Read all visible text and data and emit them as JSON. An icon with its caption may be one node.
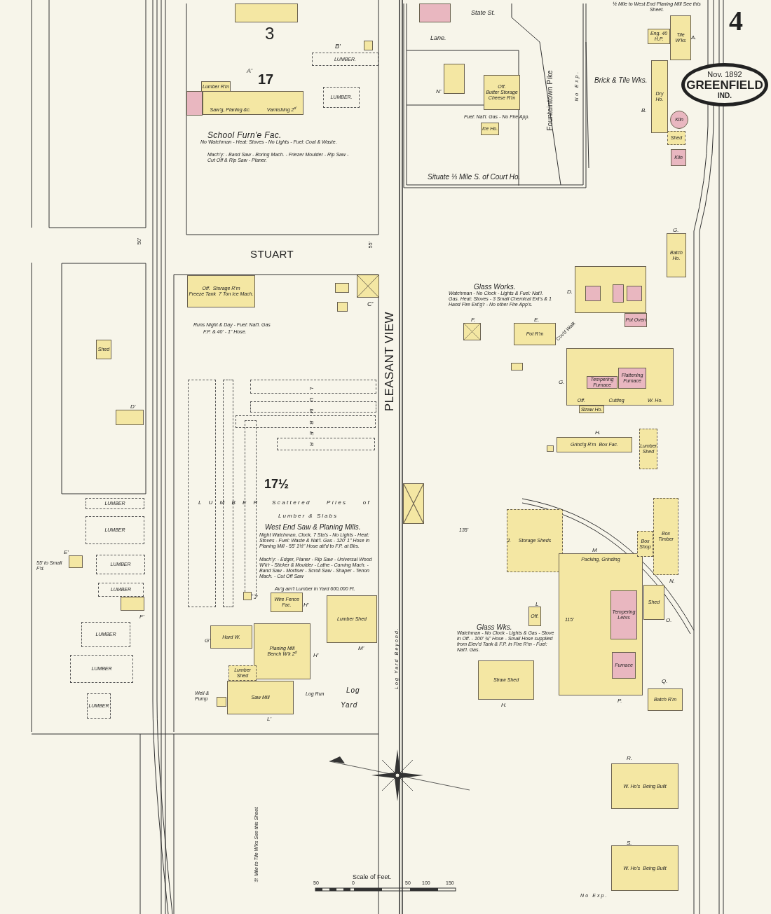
{
  "diagram": {
    "nodes": [
      {
        "text": [],
        "shape": "box"
      },
      {
        "text": [
          "Lumber R'm"
        ]
      },
      {
        "text": [
          "Saw'g, Planing &c.",
          "Varnishing 2$^{d}$"
        ]
      },
      {
        "text": [],
        "shape": "box"
      },
      {
        "text": [],
        "shape": "box"
      },
      {
        "text": [
          "LUMBER."
        ]
      },
      {
        "text": [
          "LUMBER."
        ]
      },
      {
        "text": [
          "Off.",
          "Storage R'm",
          "Freeze Tank",
          "7 Ton Ice Mach."
        ]
      },
      {
        "text": [],
        "shape": "box"
      },
      {
        "text": [],
        "shape": "box"
      },
      {
        "text": [],
        "shape": "box"
      },
      {
        "text": [],
        "shape": "box"
      },
      {
        "text": [],
        "shape": "box"
      },
      {
        "text": [],
        "shape": "box"
      },
      {
        "text": [],
        "shape": "box"
      },
      {
        "text": [],
        "shape": "box"
      },
      {
        "text": [],
        "shape": "box"
      },
      {
        "text": [],
        "shape": "box"
      },
      {
        "text": [
          "LUMBER"
        ]
      },
      {
        "text": [
          "LUMBER"
        ]
      },
      {
        "text": [
          "LUMBER"
        ]
      },
      {
        "text": [
          "LUMBER"
        ]
      },
      {
        "text": [
          "LUMBER"
        ]
      },
      {
        "text": [
          "LUMBER"
        ]
      },
      {
        "text": [
          "LUMBER"
        ]
      },
      {
        "text": [
          "Shed"
        ]
      },
      {
        "text": [],
        "shape": "box"
      },
      {
        "text": [],
        "shape": "box"
      },
      {
        "text": [],
        "shape": "box"
      },
      {
        "text": [],
        "shape": "box"
      },
      {
        "text": [
          "Wire Fence Fac."
        ]
      },
      {
        "text": [
          "Lumber Shed"
        ]
      },
      {
        "text": [
          "Planing Mill",
          "Bench W'k 2$^{d}$"
        ]
      },
      {
        "text": [
          "Hard W."
        ]
      },
      {
        "text": [
          "Lumber Shed"
        ]
      },
      {
        "text": [
          "Saw Mill"
        ]
      },
      {
        "text": [],
        "shape": "box"
      },
      {
        "text": [],
        "shape": "box"
      },
      {
        "text": [],
        "shape": "box"
      },
      {
        "text": [
          "Off.",
          "Butter Storage",
          "Cheese R'm"
        ]
      },
      {
        "text": [
          "Ice Ho."
        ]
      },
      {
        "text": [],
        "shape": "box"
      },
      {
        "text": [
          "Tile W'ks"
        ]
      },
      {
        "text": [
          "Eng. 40 H.P."
        ]
      },
      {
        "text": [
          "Dry Ho."
        ]
      },
      {
        "text": [
          "Kiln"
        ]
      },
      {
        "text": [
          "Shed"
        ]
      },
      {
        "text": [
          "Kiln"
        ]
      },
      {
        "text": [
          "Batch Ho."
        ]
      },
      {
        "text": [],
        "shape": "box"
      },
      {
        "text": [],
        "shape": "box",
        "in": 49
      },
      {
        "text": [],
        "shape": "box",
        "in": 49
      },
      {
        "text": [],
        "shape": "box",
        "in": 49
      },
      {
        "text": [
          "Pot Oven"
        ]
      },
      {
        "text": [
          "Pot R'm"
        ]
      },
      {
        "text": [],
        "shape": "box"
      },
      {
        "text": [],
        "shape": "box"
      },
      {
        "text": [
          "Off.",
          "Cutting",
          "W. Ho."
        ]
      },
      {
        "text": [
          "Tempering Furnace"
        ],
        "in": 57
      },
      {
        "text": [
          "Flattening Furnace"
        ],
        "in": 57
      },
      {
        "text": [
          "Straw Ho."
        ]
      },
      {
        "text": [
          "Grind'g R'm",
          "Box Fac."
        ]
      },
      {
        "text": [
          "Lumber Shed"
        ]
      },
      {
        "text": [],
        "shape": "box"
      },
      {
        "text": [
          "Storage Sheds"
        ]
      },
      {
        "text": [
          "Packing, Grinding"
        ]
      },
      {
        "text": [
          "Tempering",
          "Lehrs"
        ],
        "in": 65
      },
      {
        "text": [
          "Furnace"
        ],
        "in": 65
      },
      {
        "text": [
          "Off."
        ]
      },
      {
        "text": [
          "Straw Shed"
        ]
      },
      {
        "text": [
          "Batch R'm"
        ]
      },
      {
        "text": [
          "Box Timber"
        ]
      },
      {
        "text": [
          "Box Shop"
        ]
      },
      {
        "text": [
          "Shed"
        ]
      },
      {
        "text": [
          "W. Ho's",
          "Being Built"
        ]
      },
      {
        "text": [
          "W. Ho's",
          "Being Built"
        ]
      },
      {
        "text": [
          "Nov. 1892",
          "GREENFIELD",
          "IND."
        ]
      }
    ],
    "labels": [
      "3",
      "17",
      "A'",
      "B'",
      "School Furn'e Fac.",
      "No Watchman - Heat: Stoves - No Lights - Fuel: Coal & Waste.",
      "Mach'y: - Band Saw - Boring Mach. - Friezer Moulder - Rip Saw - Cut Off & Rip Saw - Planer.",
      "50'",
      "STUART",
      "55'",
      "Runs Night & Day - Fuel: Nat'l. Gas",
      "F.P. & 40' - 1\" Hose.",
      "C'",
      "PLEASANT VIEW",
      "17½",
      "L U M B E R",
      "L U M B E R",
      "Scattered Piles of",
      "Lumber & Slabs",
      "West End Saw & Planing Mills.",
      "Night Watchman, Clock, 7 Sta's - No Lights - Heat: Stoves - Fuel: Waste & Nat'l. Gas - 120' 1\" Hose in Planing Mill - 55' 1½\" Hose att'd to F.P. at Blrs.",
      "Mach'y: - Edger, Planer - Rip Saw - Universal Wood W'k'r - Sticker & Moulder - Lathe - Carving Mach. - Band Saw - Mortiser - Scroll Saw - Shaper - Tenon Mach. - Cut Off Saw",
      "Av'g am't Lumber in Yard 600,000 Ft.",
      "J'",
      "H'",
      "G'",
      "H'",
      "M'",
      "L'",
      "Log",
      "Yard",
      "Log Run",
      "Well & Pump",
      "Log Yard Beyond.",
      "D'",
      "E'",
      "55' to Small F'd.",
      "F'",
      "State St.",
      "Lane.",
      "N'",
      "Fuel: Nat'l. Gas - No Fire App.",
      "Fountaintown Pike",
      "No Exp.",
      "Situate ⅓ Mile S. of Court Ho.",
      "½ Mile to West End Planing Mill See this Sheet.",
      "4",
      "A.",
      "B.",
      "Brick & Tile Wks.",
      "G.",
      "Glass Works.",
      "Watchman - No Clock - Lights & Fuel: Nat'l. Gas. Heat: Stoves - 3 Small Chemical Ext's & 1 Hand Fire Ext'g'r - No other Fire App's.",
      "D.",
      "F.",
      "E.",
      "Cov'd Walk",
      "G.",
      "H.",
      "M",
      "L",
      "J.",
      "N.",
      "O.",
      "P.",
      "Q.",
      "H.",
      "Glass Wks.",
      "Watchman - No Clock - Lights & Gas - Stove in Off. - 100' ¾\" Hose - Small Hose supplied from Elev'd Tank & F.P. in Fire R'm - Fuel: Nat'l. Gas.",
      "R.",
      "S.",
      "No Exp.",
      "½ Mile to Tile W'ks See this Sheet.",
      "Scale of Feet.",
      "50",
      "0",
      "50",
      "100",
      "150",
      "135'",
      "115'"
    ]
  }
}
